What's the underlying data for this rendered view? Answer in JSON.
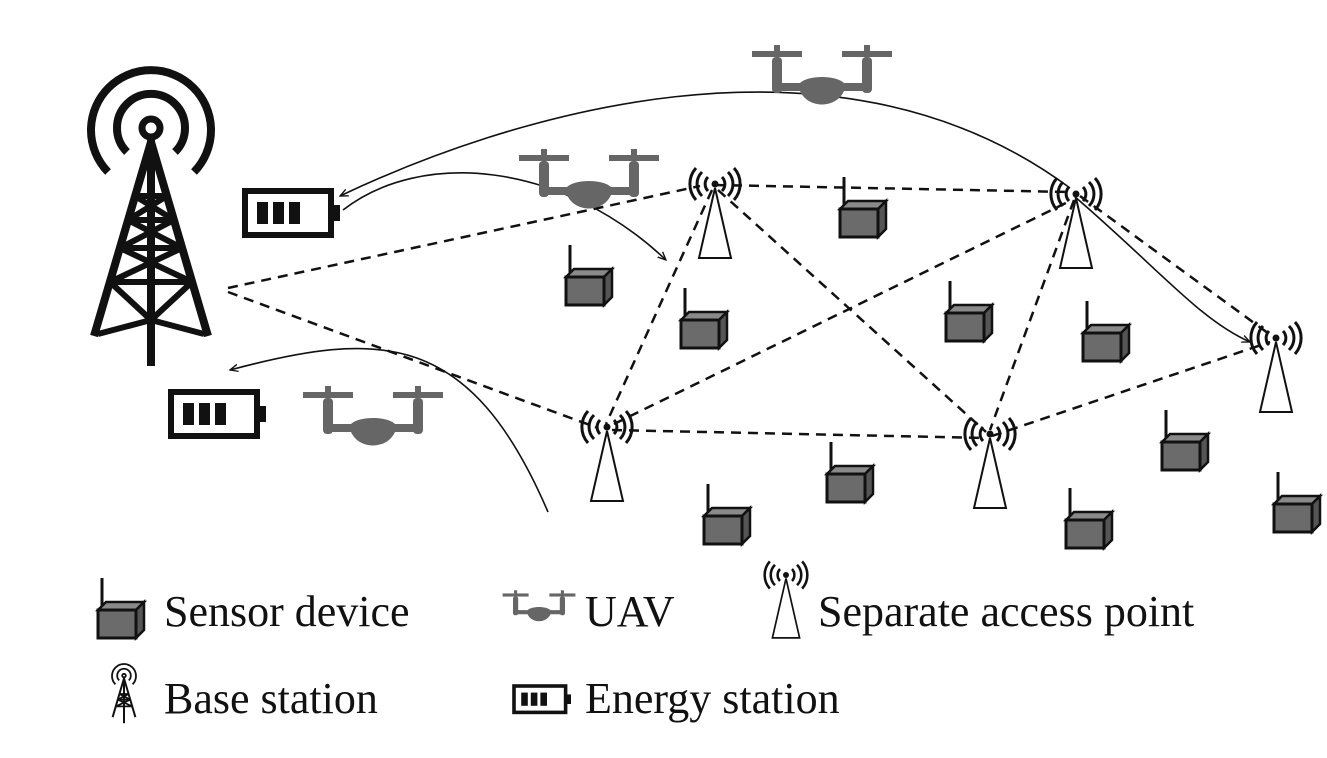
{
  "legend": {
    "sensor": "Sensor device",
    "uav": "UAV",
    "access_point": "Separate access point",
    "base_station": "Base station",
    "energy_station": "Energy station"
  },
  "colors": {
    "line": "#111111",
    "sensor_fill": "#6b6b6b",
    "uav_fill": "#666666",
    "background": "#ffffff"
  },
  "icons": [
    "base-station-icon",
    "energy-station-icon",
    "uav-icon",
    "access-point-icon",
    "sensor-device-icon"
  ]
}
